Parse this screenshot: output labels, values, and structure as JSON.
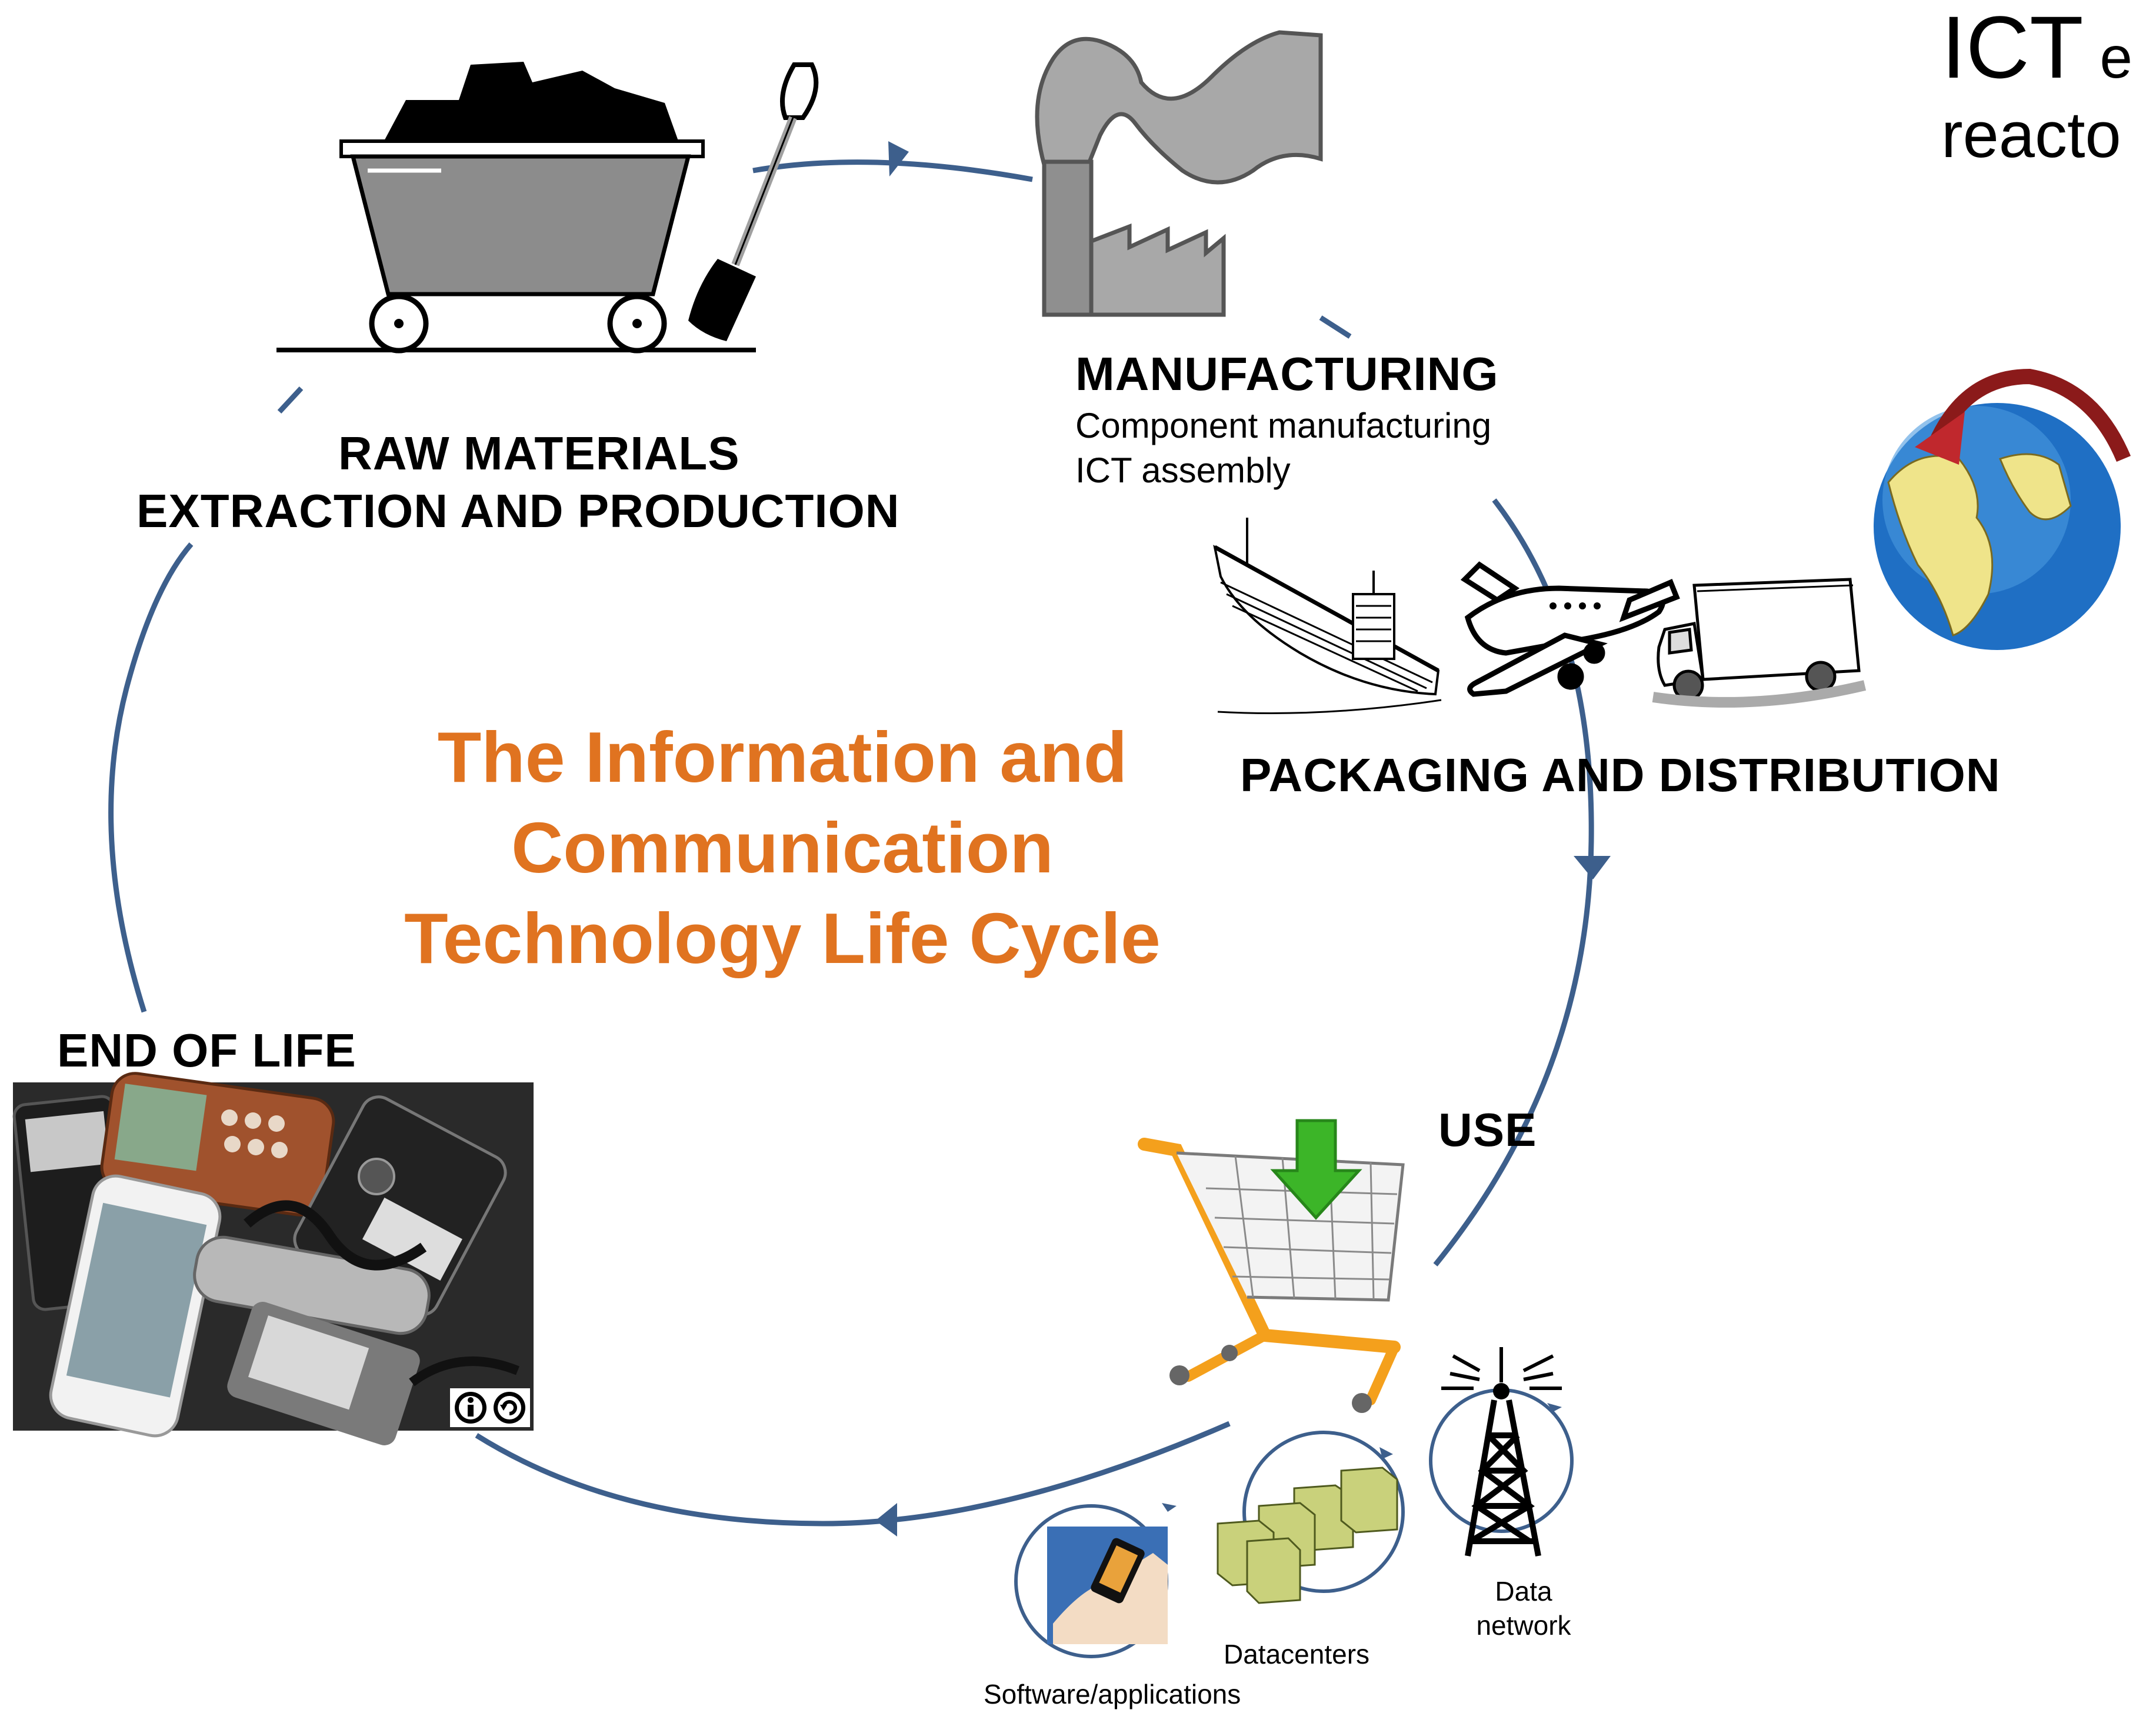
{
  "corner_text": {
    "line1_big": "ICT",
    "line1_small": " e",
    "line2": "reacto"
  },
  "center_title": [
    "The Information and",
    "Communication",
    "Technology Life Cycle"
  ],
  "stages": {
    "raw_materials": {
      "title_line1": "RAW MATERIALS",
      "title_line2": "EXTRACTION AND PRODUCTION"
    },
    "manufacturing": {
      "title": "MANUFACTURING",
      "sub1": "Component manufacturing",
      "sub2": "ICT assembly"
    },
    "distribution": {
      "title": "PACKAGING AND DISTRIBUTION"
    },
    "use": {
      "title": "USE"
    },
    "end_of_life": {
      "title": "END OF LIFE"
    }
  },
  "use_components": {
    "data_network": [
      "Data",
      "network"
    ],
    "datacenters": "Datacenters",
    "software": "Software/applications"
  },
  "colors": {
    "cycle_arrow": "#3d5f8c",
    "title_orange": "#e07320",
    "cart_orange": "#f4a01c",
    "arrow_green": "#3cb528"
  },
  "license_badges": [
    "attribution-icon",
    "share-alike-icon"
  ]
}
